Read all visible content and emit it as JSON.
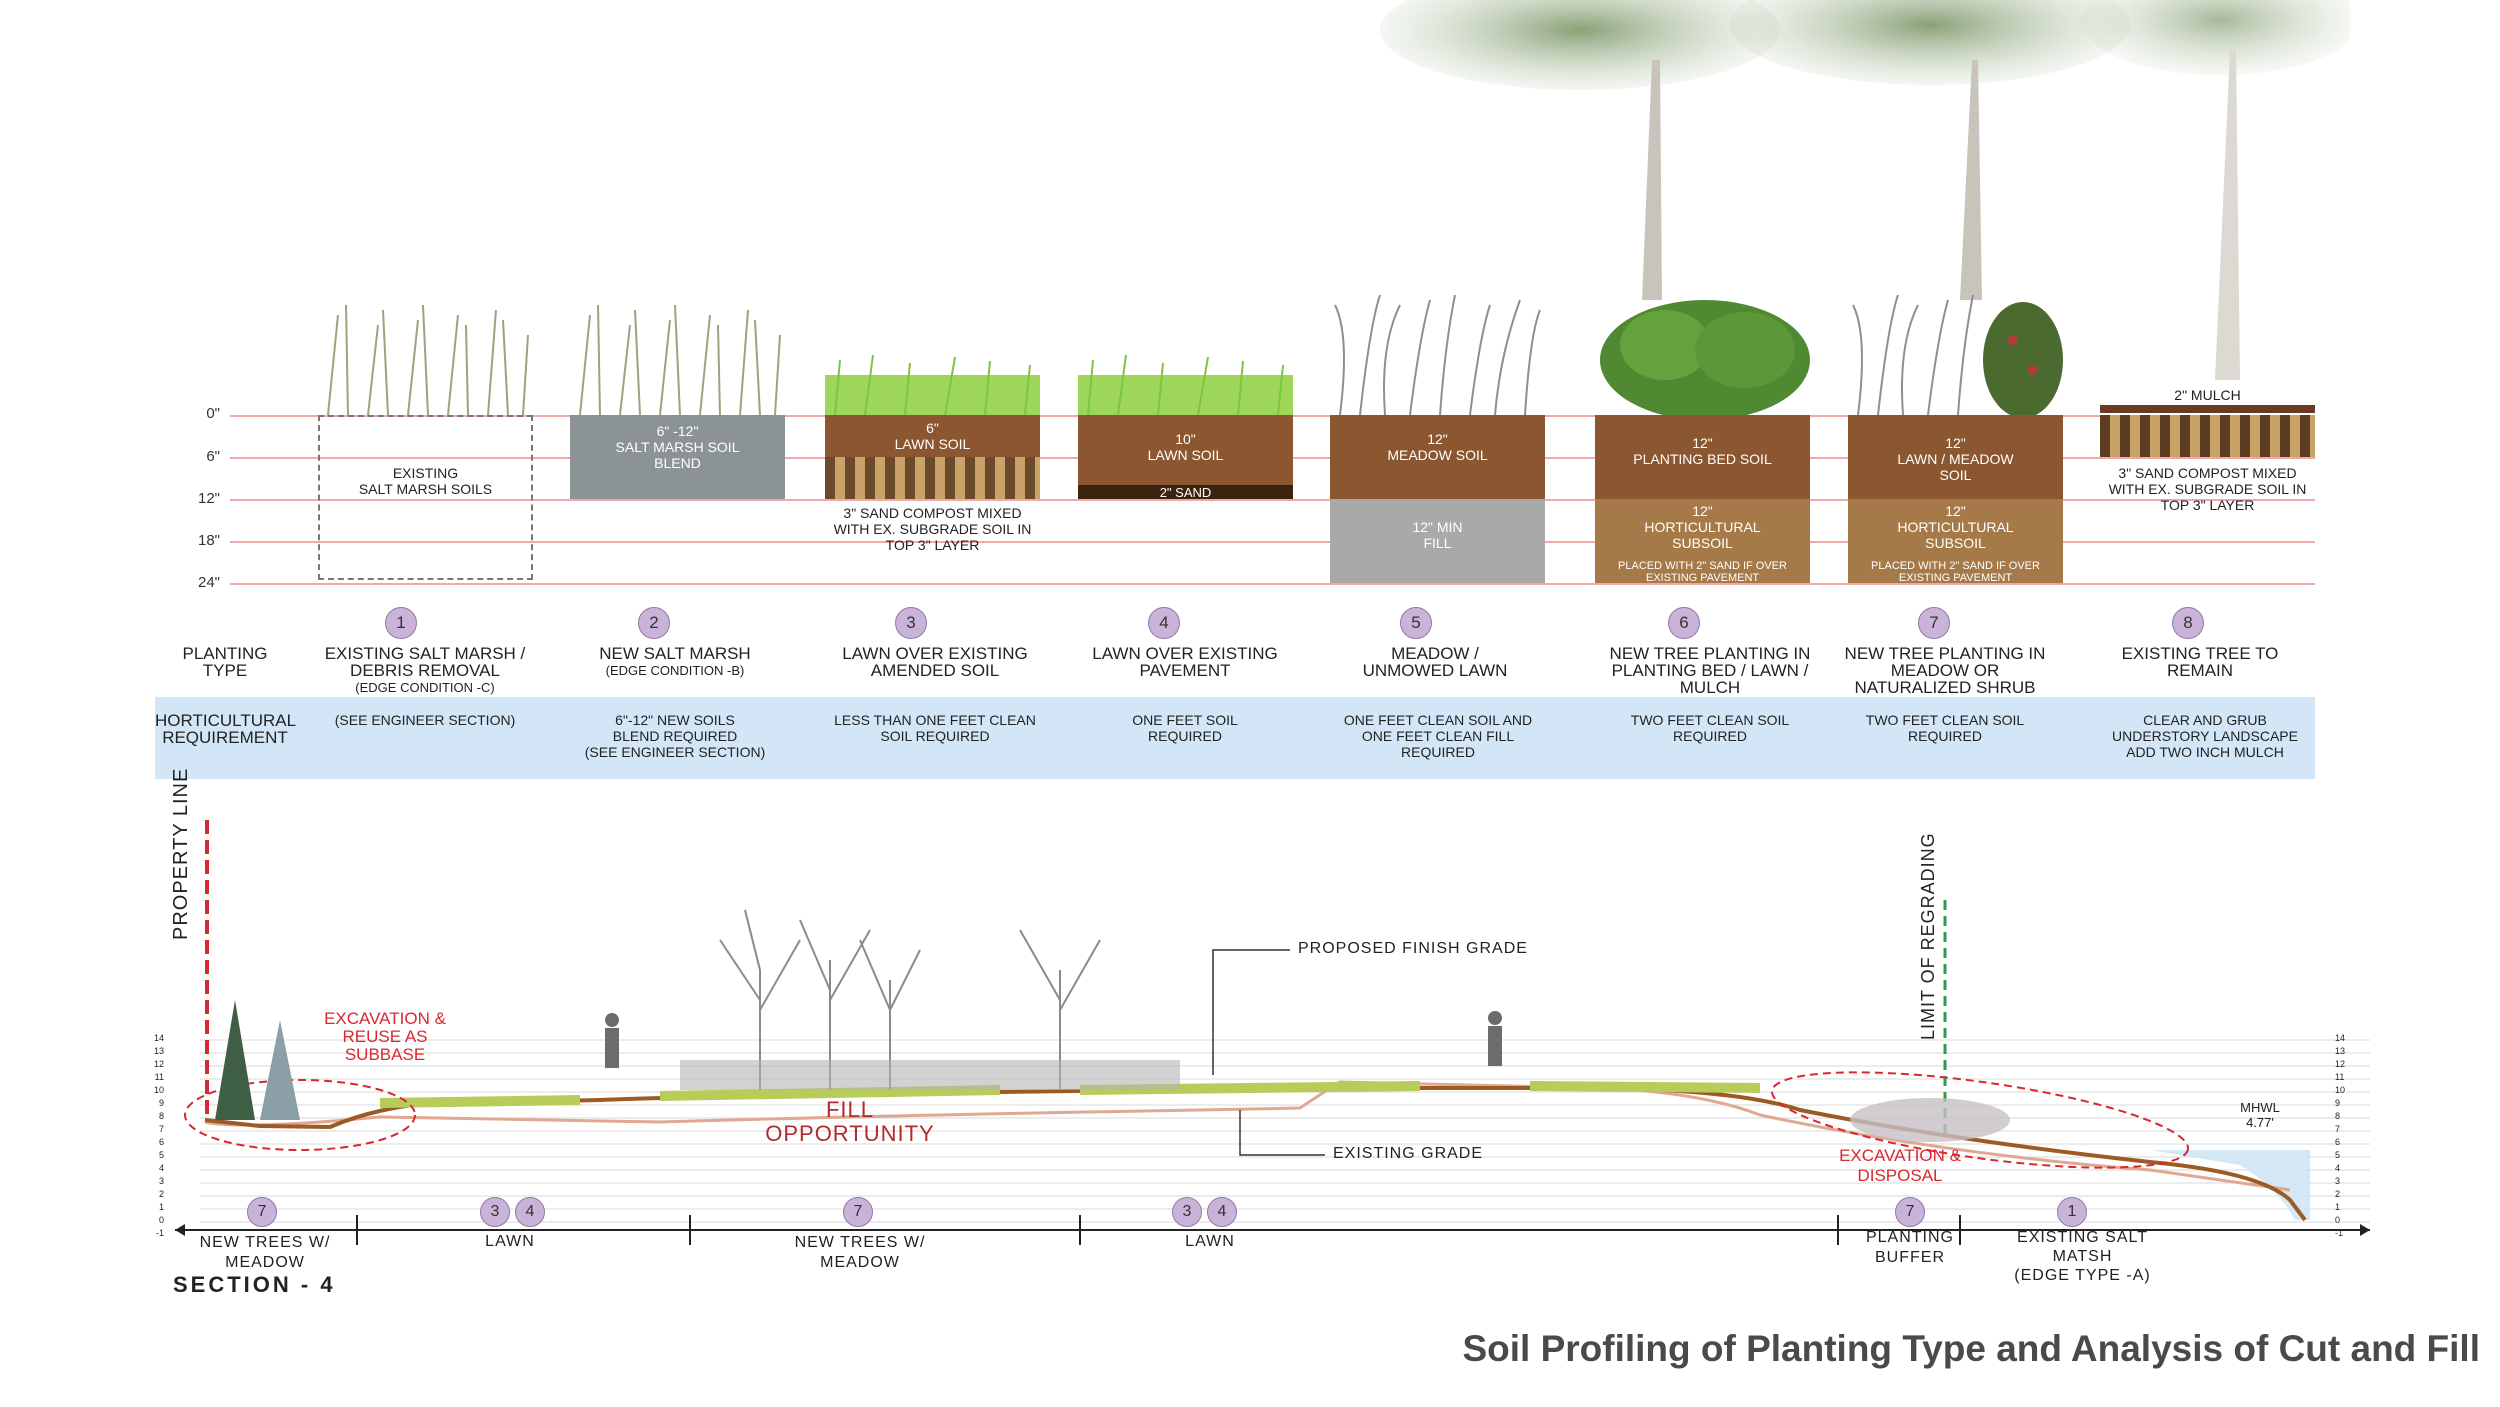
{
  "depths": [
    "0\"",
    "6\"",
    "12\"",
    "18\"",
    "24\""
  ],
  "column_headers": {
    "planting_type": "PLANTING\nTYPE",
    "horticultural": "HORTICULTURAL\nREQUIREMENT"
  },
  "columns": [
    {
      "num": "1",
      "soil_text": [
        "EXISTING",
        "SALT MARSH SOILS"
      ],
      "type": [
        "EXISTING SALT MARSH /",
        "DEBRIS REMOVAL"
      ],
      "type_sub": "(EDGE CONDITION -C)",
      "req": [
        "",
        "",
        "(SEE ENGINEER SECTION)"
      ]
    },
    {
      "num": "2",
      "soil_text": [
        "6\" -12\"",
        "SALT MARSH SOIL",
        "BLEND"
      ],
      "type": [
        "NEW  SALT MARSH"
      ],
      "type_sub": "(EDGE CONDITION -B)",
      "req": [
        "6\"-12\" NEW SOILS",
        "BLEND REQUIRED",
        "(SEE ENGINEER SECTION)"
      ]
    },
    {
      "num": "3",
      "soil_text": [
        "6\"",
        "LAWN SOIL"
      ],
      "below_text": [
        "3\" SAND COMPOST MIXED",
        "WITH EX. SUBGRADE SOIL IN",
        "TOP 3\" LAYER"
      ],
      "type": [
        "LAWN OVER EXISTING",
        "AMENDED SOIL"
      ],
      "type_sub": "",
      "req": [
        "LESS THAN ONE FEET CLEAN",
        "SOIL REQUIRED"
      ]
    },
    {
      "num": "4",
      "soil_text": [
        "10\"",
        "LAWN SOIL"
      ],
      "sand_text": "2\" SAND",
      "type": [
        "LAWN OVER EXISTING",
        "PAVEMENT"
      ],
      "type_sub": "",
      "req": [
        "ONE FEET SOIL",
        "REQUIRED"
      ]
    },
    {
      "num": "5",
      "soil_text": [
        "12\"",
        "MEADOW SOIL"
      ],
      "fill_text": [
        "12\" MIN",
        "FILL"
      ],
      "type": [
        "MEADOW /",
        "UNMOWED LAWN"
      ],
      "type_sub": "",
      "req": [
        "ONE FEET CLEAN SOIL AND",
        "ONE FEET CLEAN FILL",
        "REQUIRED"
      ]
    },
    {
      "num": "6",
      "soil_text": [
        "12\"",
        "PLANTING BED SOIL"
      ],
      "sub_text": [
        "12\"",
        "HORTICULTURAL",
        "SUBSOIL"
      ],
      "note_text": [
        "PLACED WITH 2\" SAND IF OVER",
        "EXISTING PAVEMENT"
      ],
      "type": [
        "NEW TREE PLANTING  IN",
        "PLANTING BED / LAWN /",
        "MULCH"
      ],
      "type_sub": "",
      "req": [
        "TWO FEET CLEAN SOIL",
        "REQUIRED"
      ]
    },
    {
      "num": "7",
      "soil_text": [
        "12\"",
        "LAWN / MEADOW",
        "SOIL"
      ],
      "sub_text": [
        "12\"",
        "HORTICULTURAL",
        "SUBSOIL"
      ],
      "note_text": [
        "PLACED WITH 2\" SAND IF OVER",
        "EXISTING PAVEMENT"
      ],
      "type": [
        "NEW TREE PLANTING IN",
        "MEADOW  OR",
        "NATURALIZED SHRUB"
      ],
      "type_sub": "",
      "req": [
        "TWO FEET CLEAN SOIL",
        "REQUIRED"
      ]
    },
    {
      "num": "8",
      "top_text": "2\" MULCH",
      "below_text": [
        "3\" SAND COMPOST MIXED",
        "WITH EX. SUBGRADE SOIL IN",
        "TOP 3\" LAYER"
      ],
      "type": [
        "EXISTING TREE TO",
        "REMAIN"
      ],
      "type_sub": "",
      "req": [
        "CLEAR AND GRUB",
        "UNDERSTORY LANDSCAPE",
        "ADD TWO INCH MULCH"
      ]
    }
  ],
  "section": {
    "property_line": "PROPERTY LINE",
    "limit_regrading": "LIMIT OF REGRADING",
    "excavation_reuse": [
      "EXCAVATION &",
      "REUSE AS",
      "SUBBASE"
    ],
    "fill_opportunity": [
      "FILL",
      "OPPORTUNITY"
    ],
    "proposed_grade": "PROPOSED FINISH GRADE",
    "existing_grade": "EXISTING GRADE",
    "excavation_disposal": [
      "EXCAVATION &",
      "DISPOSAL"
    ],
    "mhwl": [
      "MHWL",
      "4.77'"
    ],
    "scale_left": [
      "14",
      "13",
      "12",
      "11",
      "10",
      "9",
      "8",
      "7",
      "6",
      "5",
      "4",
      "3",
      "2",
      "1",
      "0",
      "-1"
    ],
    "scale_right": [
      "14",
      "13",
      "12",
      "11",
      "10",
      "9",
      "8",
      "7",
      "6",
      "5",
      "4",
      "3",
      "2",
      "1",
      "0",
      "-1"
    ],
    "zones": [
      {
        "nums": [
          "7"
        ],
        "label": [
          "NEW TREES W/",
          "MEADOW"
        ]
      },
      {
        "nums": [
          "3",
          "4"
        ],
        "label": [
          "LAWN"
        ]
      },
      {
        "nums": [
          "7"
        ],
        "label": [
          "NEW TREES W/",
          "MEADOW"
        ]
      },
      {
        "nums": [
          "3",
          "4"
        ],
        "label": [
          "LAWN"
        ]
      },
      {
        "nums": [
          "7"
        ],
        "label": [
          "PLANTING",
          "BUFFER"
        ]
      },
      {
        "nums": [
          "1"
        ],
        "label": [
          "EXISTING SALT",
          "MATSH",
          "(EDGE TYPE -A)"
        ]
      }
    ],
    "section_title": "SECTION - 4"
  },
  "title": "Soil Profiling of Planting Type and Analysis of Cut and Fill",
  "colors": {
    "horticultural_band": "#d2e6f8",
    "soil_brown": "#8a5730",
    "grade_line": "#c9853c",
    "red_dash": "#d9282f",
    "green_dash": "#2e9b4a",
    "badge": "#c9b3d9"
  }
}
